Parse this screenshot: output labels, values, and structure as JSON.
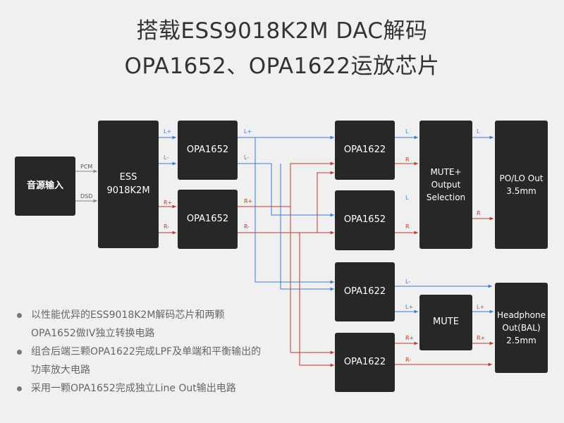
{
  "title": {
    "line1": "搭载ESS9018K2M DAC解码",
    "line2": "OPA1652、OPA1622运放芯片"
  },
  "blocks": {
    "audio_input": "音源输入",
    "ess_dac": "ESS\n9018K2M",
    "opa1652_top": "OPA1652",
    "opa1652_mid": "OPA1652",
    "opa1622_1": "OPA1622",
    "opa1652_right": "OPA1652",
    "opa1622_3": "OPA1622",
    "opa1622_4": "OPA1622",
    "mute_output_selection": "MUTE+\nOutput\nSelection",
    "mute": "MUTE",
    "po_lo_out": "PO/LO Out\n3.5mm",
    "headphone_out": "Headphone\nOut(BAL)\n2.5mm"
  },
  "signals": {
    "pcm": "PCM",
    "dsd": "DSD",
    "l_plus": "L+",
    "l_minus": "L-",
    "r_plus": "R+",
    "r_minus": "R-",
    "l": "L",
    "r": "R"
  },
  "colors": {
    "left_channel": "#3a7bd5",
    "right_channel": "#c0392b",
    "neutral": "#888888",
    "block": "#272727"
  },
  "notes": [
    "以性能优异的ESS9018K2M解码芯片和两颗OPA1652做IV独立转换电路",
    "组合后端三颗OPA1622完成LPF及单端和平衡输出的功率放大电路",
    "采用一颗OPA1652完成独立Line Out输出电路"
  ]
}
